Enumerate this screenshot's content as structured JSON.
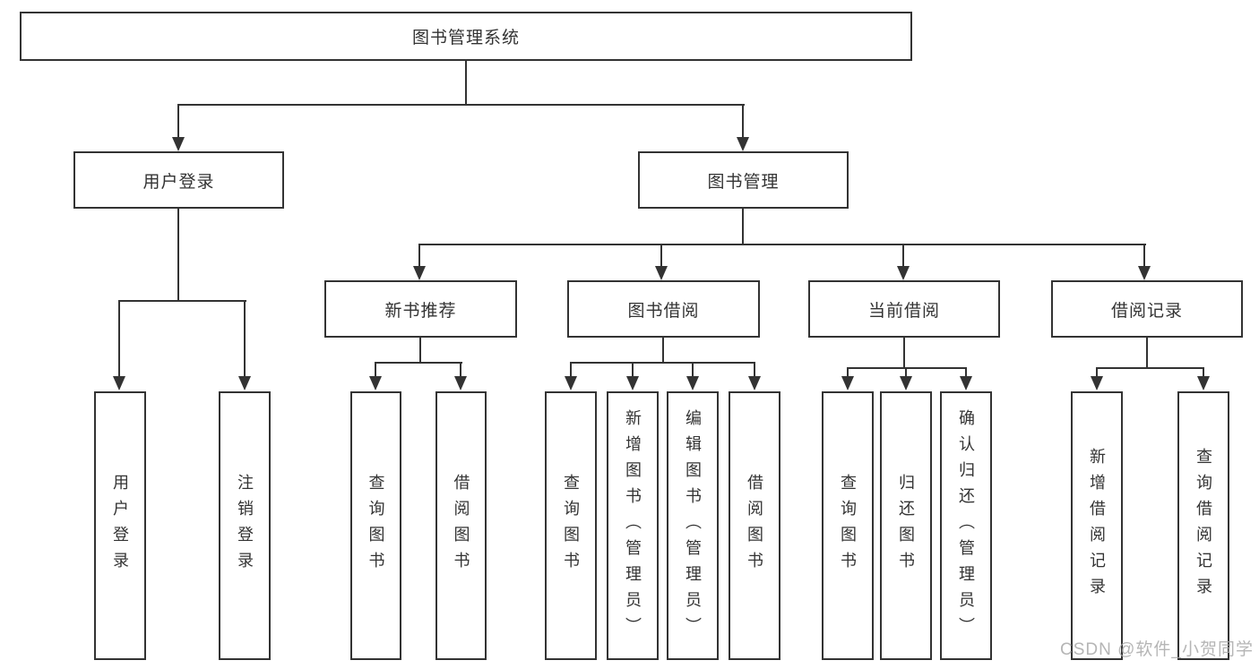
{
  "nodes": {
    "root": {
      "label": "图书管理系统"
    },
    "level2": [
      {
        "label": "用户登录"
      },
      {
        "label": "图书管理"
      }
    ],
    "level3": [
      {
        "label": "新书推荐"
      },
      {
        "label": "图书借阅"
      },
      {
        "label": "当前借阅"
      },
      {
        "label": "借阅记录"
      }
    ],
    "leaves": {
      "user_login": [
        {
          "label": "用户登录"
        },
        {
          "label": "注销登录"
        }
      ],
      "new_book": [
        {
          "label": "查询图书"
        },
        {
          "label": "借阅图书"
        }
      ],
      "book_borrow": [
        {
          "label": "查询图书"
        },
        {
          "label": "新增图书（管理员）"
        },
        {
          "label": "编辑图书（管理员）"
        },
        {
          "label": "借阅图书"
        }
      ],
      "current_borrow": [
        {
          "label": "查询图书"
        },
        {
          "label": "归还图书"
        },
        {
          "label": "确认归还（管理员）"
        }
      ],
      "borrow_record": [
        {
          "label": "新增借阅记录"
        },
        {
          "label": "查询借阅记录"
        }
      ]
    }
  },
  "watermark": {
    "label": "CSDN @软件_小贺同学"
  },
  "colors": {
    "line": "#333333",
    "text": "#333333",
    "box_background": "#ffffff",
    "page_background": "#ffffff",
    "watermark": "#a8a8a8"
  }
}
